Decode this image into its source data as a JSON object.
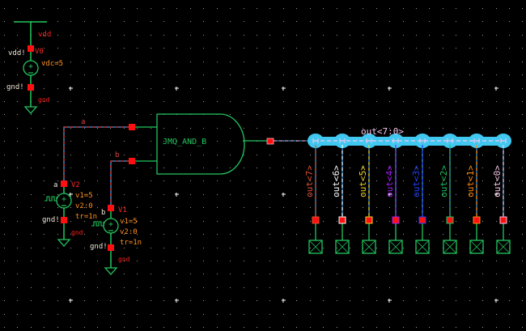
{
  "colors": {
    "background": "#000000",
    "grid_dot": "#9a9a9a",
    "grid_cross": "#ffffff",
    "wire": "#22c55e",
    "pin": "#ff1010",
    "net_label": "#ff2020",
    "instance_label": "#ff2a2a",
    "global_label": "#f0e8d8",
    "param": "#ff9020",
    "bus_highlight": "#40c8f0",
    "bus_dash": "#f8c8f0",
    "selected_net_red": "#e03030",
    "selected_net_blue": "#3aa0e8"
  },
  "supply": {
    "instance": "V0",
    "net_top": "vdd",
    "global_top": "vdd!",
    "param": "vdc=5",
    "global_bottom": "gnd!",
    "net_bottom": "gnd"
  },
  "inputs": [
    {
      "instance": "V2",
      "net": "a",
      "node_label": "a",
      "params": [
        "v1=5",
        "v2:0",
        "tr=1n"
      ],
      "global_bottom": "gnd!",
      "net_bottom": "gnd"
    },
    {
      "instance": "V1",
      "net": "b",
      "node_label": "b",
      "params": [
        "v1=5",
        "v2:0",
        "tr=1n"
      ],
      "global_bottom": "gnd!",
      "net_bottom": "gnd"
    }
  ],
  "gate": {
    "name": "JMQ_AND_B"
  },
  "bus": {
    "label": "out<7:0>"
  },
  "outputs": [
    {
      "label": "out<7>",
      "color": "#e05030"
    },
    {
      "label": "out<6>",
      "color": "#ffffff"
    },
    {
      "label": "out<5>",
      "color": "#f0d020"
    },
    {
      "label": "out<4>",
      "color": "#a020f0"
    },
    {
      "label": "out<3>",
      "color": "#2040ff"
    },
    {
      "label": "out<2>",
      "color": "#20c060"
    },
    {
      "label": "out<1>",
      "color": "#ff8a10"
    },
    {
      "label": "out<0>",
      "color": "#f8c8e8"
    }
  ]
}
